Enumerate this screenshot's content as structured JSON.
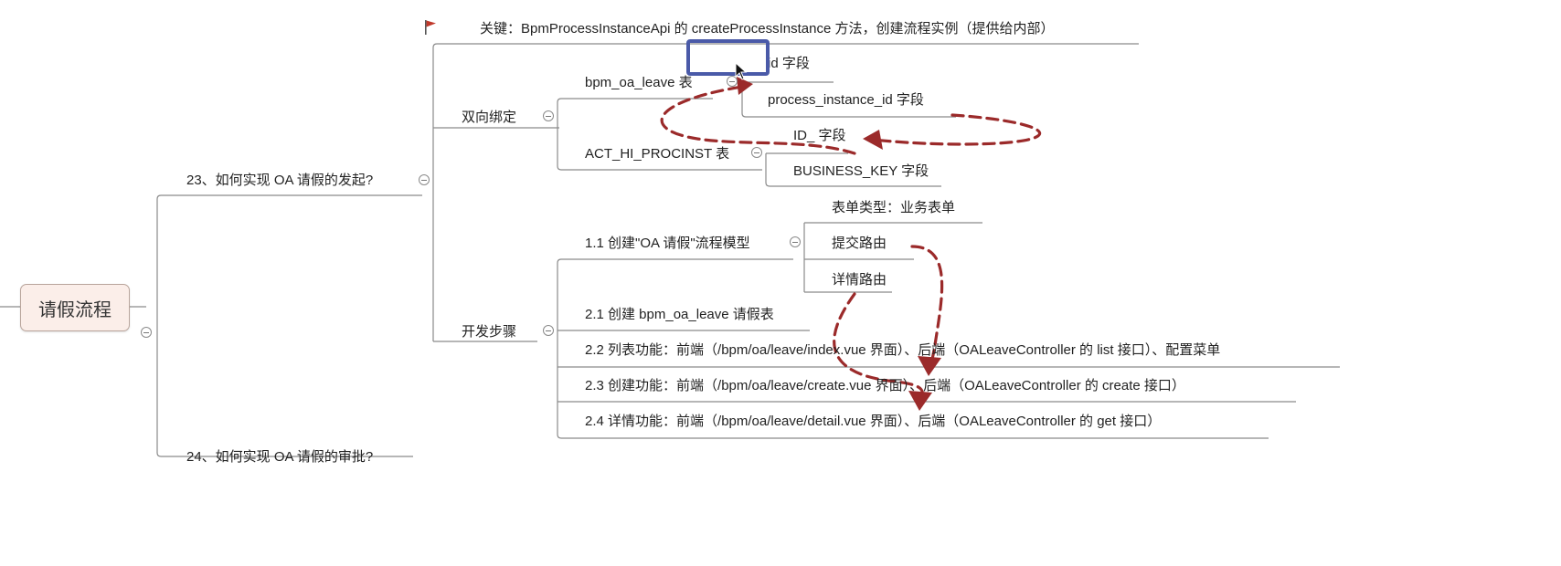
{
  "root": {
    "label": "请假流程"
  },
  "q23": {
    "label": "23、如何实现 OA 请假的发起?"
  },
  "q24": {
    "label": "24、如何实现 OA 请假的审批?"
  },
  "key_note": {
    "label": "关键：BpmProcessInstanceApi 的 createProcessInstance 方法，创建流程实例（提供给内部）"
  },
  "binding": {
    "label": "双向绑定",
    "oa_leave": {
      "label": "bpm_oa_leave 表",
      "fields": [
        "id 字段",
        "process_instance_id 字段"
      ]
    },
    "act_hi": {
      "label": "ACT_HI_PROCINST 表",
      "fields": [
        "ID_ 字段",
        "BUSINESS_KEY 字段"
      ]
    }
  },
  "dev": {
    "label": "开发步骤",
    "step11": {
      "label": "1.1 创建\"OA 请假\"流程模型",
      "children": [
        "表单类型：业务表单",
        "提交路由",
        "详情路由"
      ]
    },
    "step21": "2.1 创建 bpm_oa_leave 请假表",
    "step22": "2.2 列表功能：前端（/bpm/oa/leave/index.vue 界面）、后端（OALeaveController 的 list 接口）、配置菜单",
    "step23": "2.3 创建功能：前端（/bpm/oa/leave/create.vue 界面）、后端（OALeaveController 的 create 接口）",
    "step24": "2.4 详情功能：前端（/bpm/oa/leave/detail.vue 界面）、后端（OALeaveController 的 get 接口）"
  },
  "colors": {
    "line": "#8a8a8a",
    "arrow": "#9b2a2a",
    "highlight": "#4a5aa8",
    "root_fill": "#fbeee9",
    "flag": "#c0392b"
  }
}
